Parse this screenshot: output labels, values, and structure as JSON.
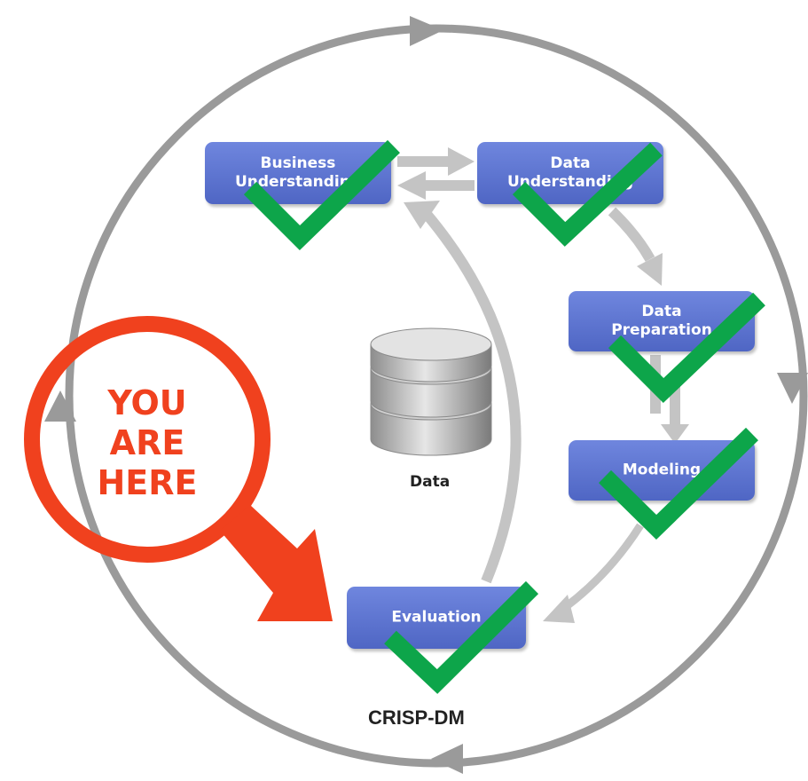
{
  "phases": [
    {
      "label": "Business\nUnderstanding"
    },
    {
      "label": "Data\nUnderstanding"
    },
    {
      "label": "Data\nPreparation"
    },
    {
      "label": "Modeling"
    },
    {
      "label": "Evaluation"
    }
  ],
  "database": {
    "label": "Data",
    "icon": "database-icon"
  },
  "title": "CRISP-DM",
  "marker": {
    "text": "YOU\nARE\nHERE",
    "color": "#f0411e"
  },
  "colors": {
    "phase_box": "#5b73d1",
    "check": "#0da54a",
    "cycle_ring": "#999999",
    "flow_arrow": "#c4c4c4"
  }
}
